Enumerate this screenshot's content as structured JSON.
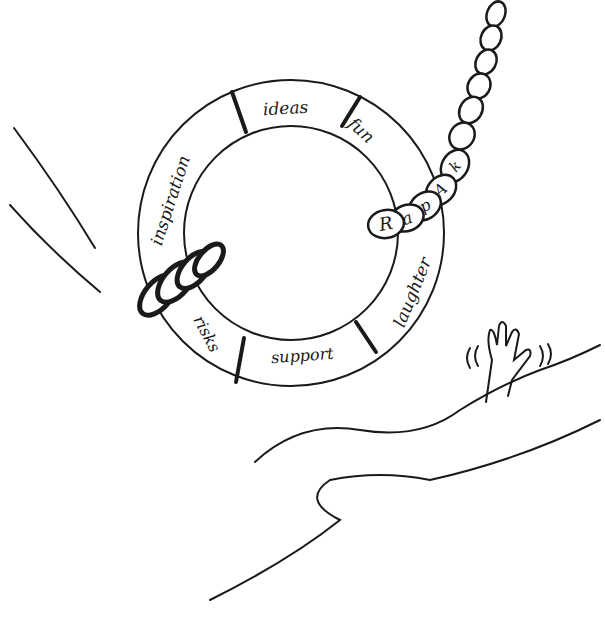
{
  "diagram": {
    "labels": [
      "ideas",
      "fun",
      "laughter",
      "support",
      "risks",
      "inspiration",
      "R",
      "a",
      "p",
      "A",
      "k"
    ]
  }
}
